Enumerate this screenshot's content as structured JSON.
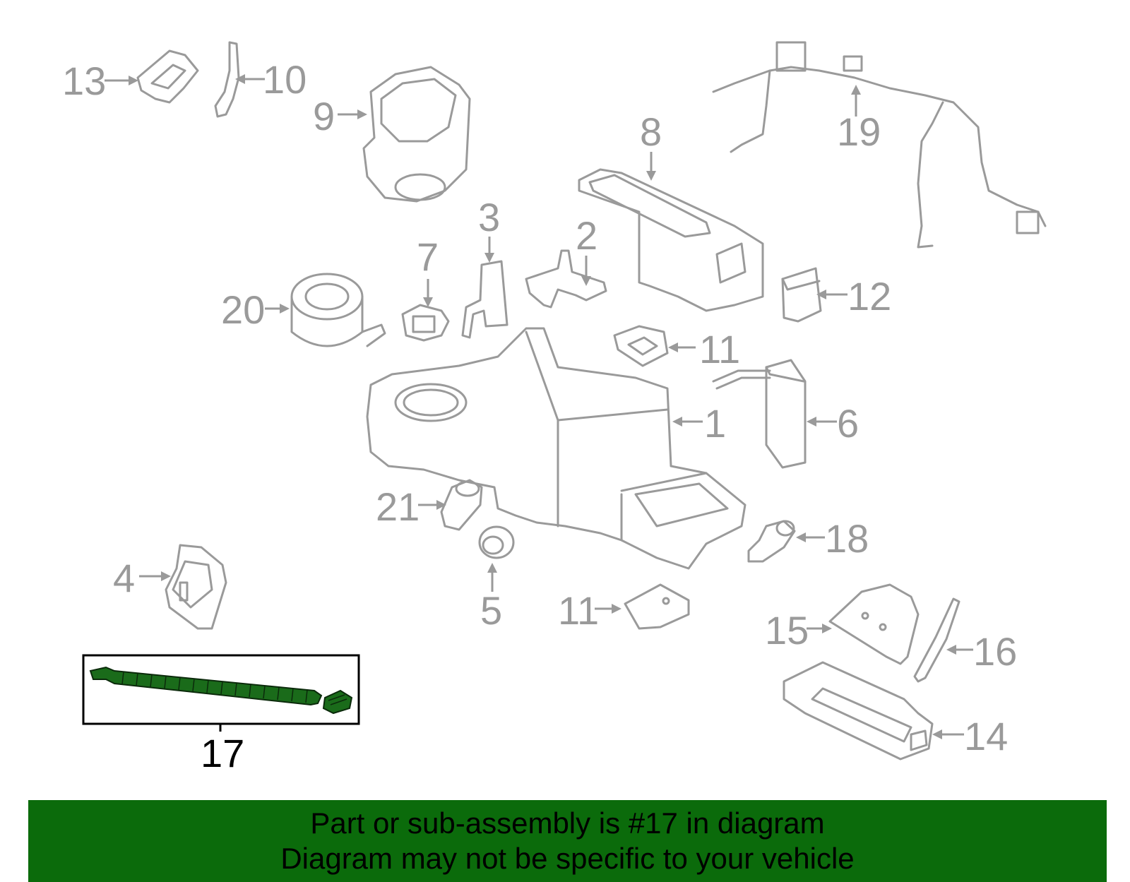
{
  "callouts": {
    "c1": "1",
    "c2": "2",
    "c3": "3",
    "c4": "4",
    "c5": "5",
    "c6": "6",
    "c7": "7",
    "c8": "8",
    "c9": "9",
    "c10": "10",
    "c11a": "11",
    "c11b": "11",
    "c12": "12",
    "c13": "13",
    "c14": "14",
    "c15": "15",
    "c16": "16",
    "c17": "17",
    "c18": "18",
    "c19": "19",
    "c20": "20",
    "c21": "21"
  },
  "highlighted_part": "17",
  "banner": {
    "line1": "Part or sub-assembly is #17 in diagram",
    "line2": "Diagram may not be specific to your vehicle"
  },
  "colors": {
    "line_art": "#9a9a9a",
    "highlight": "#1a6b1a",
    "banner_bg": "#0b6b0b"
  }
}
